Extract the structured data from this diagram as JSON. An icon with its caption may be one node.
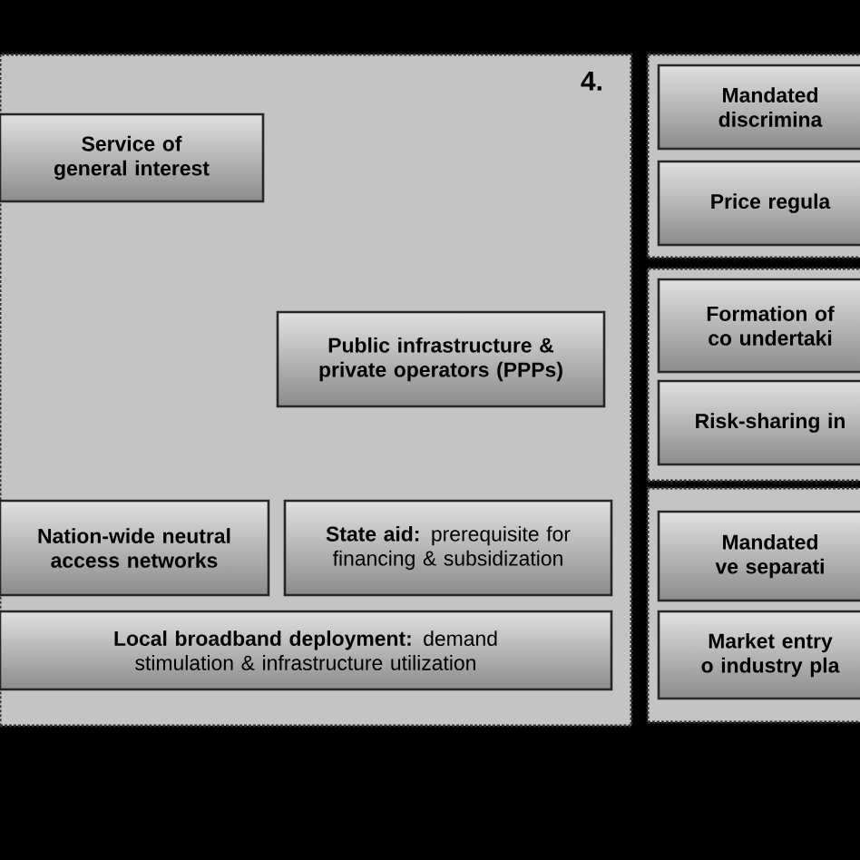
{
  "diagram": {
    "nodes": [
      {
        "text": [
          "4."
        ]
      },
      {
        "text": [
          "Service of general interest"
        ],
        "in": 0
      },
      {
        "text": [
          "Public infrastructure & private operators (PPPs)"
        ],
        "in": 0
      },
      {
        "text": [
          "Nation-wide neutral access networks"
        ],
        "in": 0
      },
      {
        "text": [
          "**State aid:** prerequisite for financing & subsidization"
        ],
        "in": 0
      },
      {
        "text": [
          "**Local broadband deployment:** demand stimulation & infrastructure utilization"
        ],
        "in": 0
      },
      {
        "text": [],
        "shape": "box"
      },
      {
        "text": [
          "Mandated discrimina"
        ],
        "in": 6
      },
      {
        "text": [
          "Price regula"
        ],
        "in": 6
      },
      {
        "text": [],
        "shape": "box"
      },
      {
        "text": [
          "Formation of co undertaki"
        ],
        "in": 9
      },
      {
        "text": [
          "Risk-sharing in"
        ],
        "in": 9
      },
      {
        "text": [],
        "shape": "box"
      },
      {
        "text": [
          "Mandated ve separati"
        ],
        "in": 12
      },
      {
        "text": [
          "Market entry o industry pla"
        ],
        "in": 12
      }
    ]
  }
}
